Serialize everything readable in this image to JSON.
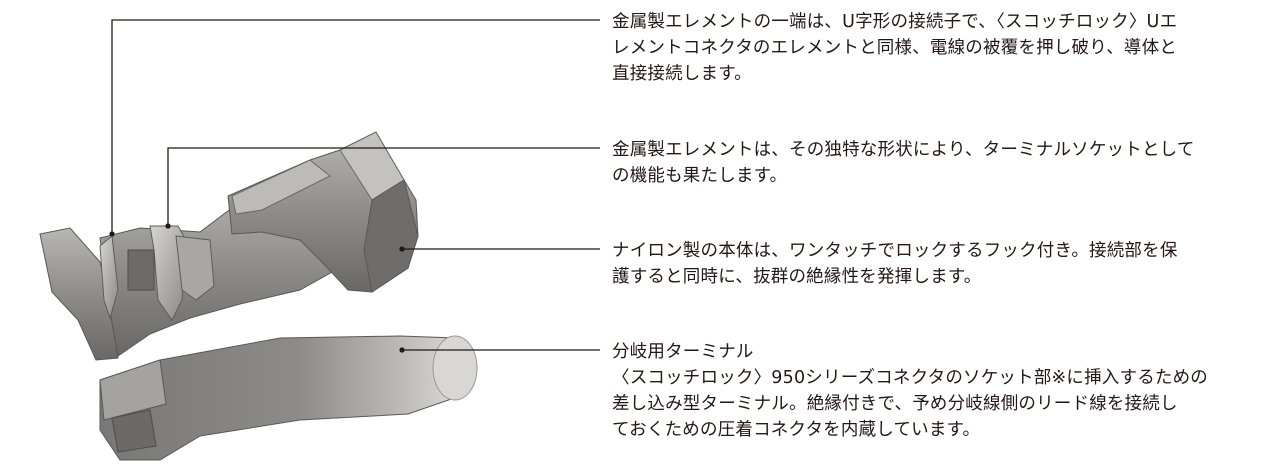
{
  "colors": {
    "text": "#231815",
    "leader": "#231815",
    "connector_body": "#8f8d8b",
    "connector_dark": "#5e5c5a",
    "connector_light": "#c9c7c4",
    "terminal_tip": "#d8d6d2"
  },
  "callouts": [
    {
      "id": "element-end",
      "lines": [
        "金属製エレメントの一端は、U字形の接続子で、〈スコッチロック〉Uエ",
        "レメントコネクタのエレメントと同様、電線の被覆を押し破り、導体と",
        "直接接続します。"
      ]
    },
    {
      "id": "element-shape",
      "lines": [
        "金属製エレメントは、その独特な形状により、ターミナルソケットとして",
        "の機能も果たします。"
      ]
    },
    {
      "id": "nylon-body",
      "lines": [
        "ナイロン製の本体は、ワンタッチでロックするフック付き。接続部を保",
        "護すると同時に、抜群の絶縁性を発揮します。"
      ]
    },
    {
      "id": "branch-terminal",
      "lines": [
        "分岐用ターミナル",
        "〈スコッチロック〉950シリーズコネクタのソケット部※に挿入するための",
        "差し込み型ターミナル。絶縁付きで、予め分岐線側のリード線を接続し",
        "ておくための圧着コネクタを内蔵しています。"
      ]
    }
  ]
}
